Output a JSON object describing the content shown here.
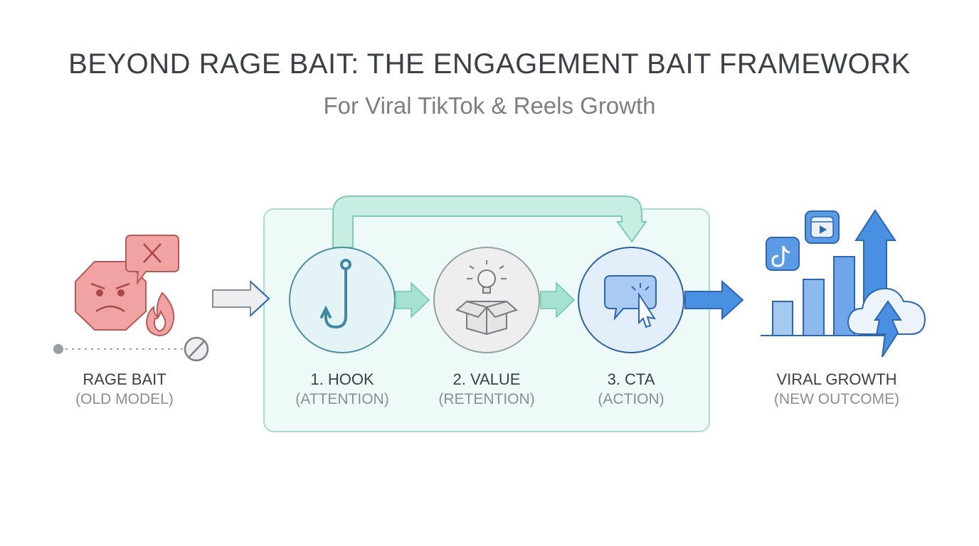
{
  "header": {
    "title": "BEYOND RAGE BAIT: THE ENGAGEMENT BAIT FRAMEWORK",
    "subtitle": "For Viral TikTok & Reels Growth"
  },
  "old_model": {
    "label": "RAGE BAIT",
    "sublabel": "(OLD MODEL)"
  },
  "steps": [
    {
      "label": "1. HOOK",
      "sublabel": "(ATTENTION)",
      "icon": "hook-icon"
    },
    {
      "label": "2. VALUE",
      "sublabel": "(RETENTION)",
      "icon": "lightbulb-box-icon"
    },
    {
      "label": "3. CTA",
      "sublabel": "(ACTION)",
      "icon": "chat-cursor-icon"
    }
  ],
  "outcome": {
    "label": "VIRAL GROWTH",
    "sublabel": "(NEW OUTCOME)"
  },
  "colors": {
    "red": "#e98a8a",
    "teal": "#8fd6c4",
    "blue": "#4a90e2",
    "panel": "#eefaf7"
  }
}
